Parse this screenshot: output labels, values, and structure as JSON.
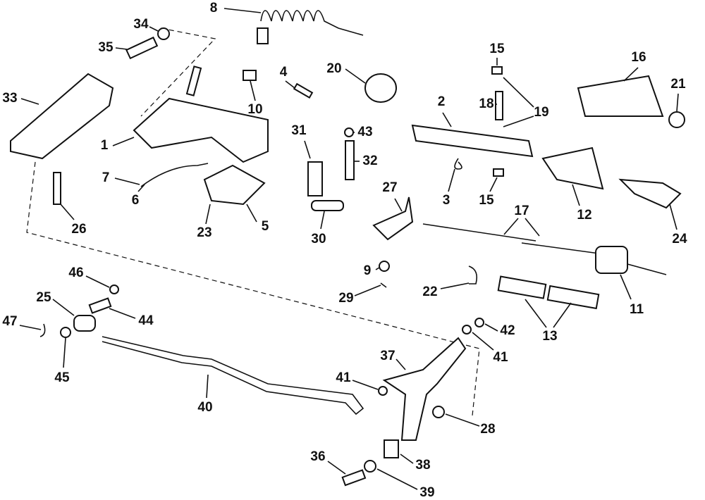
{
  "diagram": {
    "type": "exploded-parts-view",
    "callouts": [
      "8",
      "34",
      "35",
      "33",
      "1",
      "7",
      "6",
      "26",
      "23",
      "5",
      "4",
      "10",
      "20",
      "31",
      "43",
      "32",
      "27",
      "30",
      "9",
      "29",
      "15",
      "18",
      "19",
      "2",
      "3",
      "15",
      "16",
      "21",
      "12",
      "24",
      "17",
      "11",
      "22",
      "13",
      "46",
      "25",
      "44",
      "47",
      "45",
      "42",
      "41",
      "37",
      "41",
      "40",
      "28",
      "36",
      "38",
      "39"
    ]
  }
}
